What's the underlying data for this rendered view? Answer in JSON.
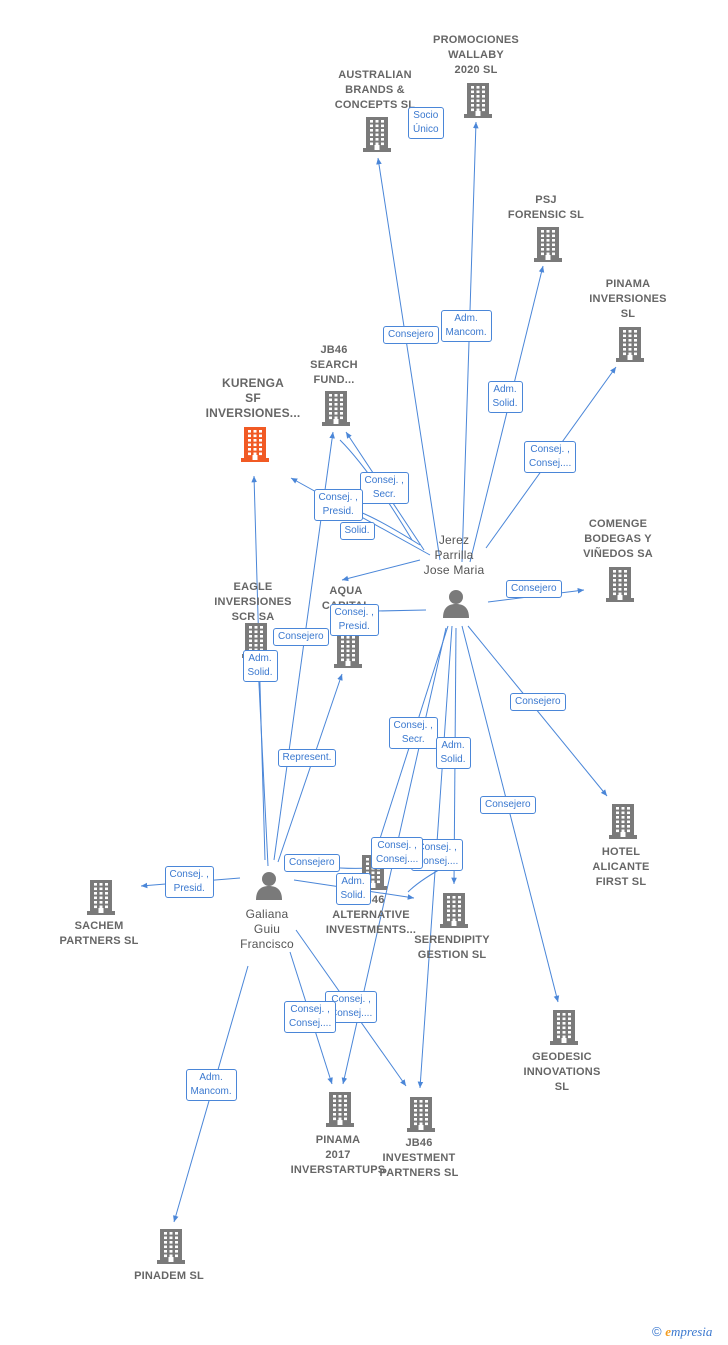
{
  "colors": {
    "edge": "#4a86d8",
    "company": "#7a7a7a",
    "highlight": "#f15a24",
    "person": "#7a7a7a",
    "role_text": "#3a78cf",
    "label": "#666666"
  },
  "nodes": {
    "kurenga": {
      "label_lines": [
        "KURENGA",
        "SF",
        "INVERSIONES..."
      ],
      "icon": "building-icon"
    },
    "australian": {
      "label_lines": [
        "AUSTRALIAN",
        "BRANDS &",
        "CONCEPTS  SL"
      ],
      "icon": "building-icon"
    },
    "wallaby": {
      "label_lines": [
        "PROMOCIONES",
        "WALLABY",
        "2020  SL"
      ],
      "icon": "building-icon"
    },
    "psj": {
      "label_lines": [
        "PSJ",
        "FORENSIC  SL"
      ],
      "icon": "building-icon"
    },
    "pinama_inv": {
      "label_lines": [
        "PINAMA",
        "INVERSIONES",
        "SL"
      ],
      "icon": "building-icon"
    },
    "jb46_search": {
      "label_lines": [
        "JB46",
        "SEARCH",
        "FUND..."
      ],
      "icon": "building-icon"
    },
    "comenge": {
      "label_lines": [
        "COMENGE",
        "BODEGAS Y",
        "VIÑEDOS SA"
      ],
      "icon": "building-icon"
    },
    "eagle": {
      "label_lines": [
        "EAGLE",
        "INVERSIONES",
        "SCR SA"
      ],
      "icon": "building-icon"
    },
    "aqua": {
      "label_lines": [
        "AQUA",
        "CAPITAL",
        "PAR..."
      ],
      "icon": "building-icon"
    },
    "hotel": {
      "label_lines": [
        "HOTEL",
        "ALICANTE",
        "FIRST  SL"
      ],
      "icon": "building-icon"
    },
    "sachem": {
      "label_lines": [
        "SACHEM",
        "PARTNERS  SL"
      ],
      "icon": "building-icon"
    },
    "jb46_alt": {
      "label_lines": [
        "JB46",
        "ALTERNATIVE",
        "INVESTMENTS..."
      ],
      "icon": "building-icon"
    },
    "serendipity": {
      "label_lines": [
        "SERENDIPITY",
        "GESTION  SL"
      ],
      "icon": "building-icon"
    },
    "geodesic": {
      "label_lines": [
        "GEODESIC",
        "INNOVATIONS",
        "SL"
      ],
      "icon": "building-icon"
    },
    "pinama2017": {
      "label_lines": [
        "PINAMA",
        "2017",
        "INVERSTARTUPS"
      ],
      "icon": "building-icon"
    },
    "jb46_inv": {
      "label_lines": [
        "JB46",
        "INVESTMENT",
        "PARTNERS  SL"
      ],
      "icon": "building-icon"
    },
    "pinadem": {
      "label_lines": [
        "PINADEM  SL"
      ],
      "icon": "building-icon"
    },
    "jerez": {
      "label_lines": [
        "Jerez",
        "Parrilla",
        "Jose Maria"
      ],
      "icon": "person-icon"
    },
    "galiana": {
      "label_lines": [
        "Galiana",
        "Guiu",
        "Francisco"
      ],
      "icon": "person-icon"
    }
  },
  "roles": {
    "socio_unico": [
      "Socio",
      "Único"
    ],
    "consejero_australian": [
      "Consejero"
    ],
    "adm_mancom_wallaby": [
      "Adm.",
      "Mancom."
    ],
    "adm_solid_psj": [
      "Adm.",
      "Solid."
    ],
    "consej_pinama_inv": [
      "Consej. ,",
      "Consej...."
    ],
    "consej_secr_jb46search": [
      "Consej. ,",
      "Secr."
    ],
    "consej_presid_kurenga": [
      "Consej. ,",
      "Presid."
    ],
    "solid_aqua": [
      "Solid."
    ],
    "consejero_comenge": [
      "Consejero"
    ],
    "consej_presid_aqua": [
      "Consej. ,",
      "Presid."
    ],
    "consejero_eagle": [
      "Consejero"
    ],
    "adm_solid_eagle": [
      "Adm.",
      "Solid."
    ],
    "consejero_hotel": [
      "Consejero"
    ],
    "consej_secr_jerez": [
      "Consej. ,",
      "Secr."
    ],
    "adm_solid_serendipity": [
      "Adm.",
      "Solid."
    ],
    "consejero_geodesic": [
      "Consejero"
    ],
    "represent": [
      "Represent."
    ],
    "consej_jb46alt_b": [
      "Consej. ,",
      "Consej...."
    ],
    "consej_jb46alt_a": [
      "Consej. ,",
      "Consej...."
    ],
    "consej_presid_sachem": [
      "Consej. ,",
      "Presid."
    ],
    "consejero_galiana": [
      "Consejero"
    ],
    "adm_solid_galiana": [
      "Adm.",
      "Solid."
    ],
    "consej_jb46inv": [
      "Consej. ,",
      "Consej...."
    ],
    "consej_pinama2017": [
      "Consej. ,",
      "Consej...."
    ],
    "adm_mancom_pinadem": [
      "Adm.",
      "Mancom."
    ]
  },
  "footer": {
    "copyright_symbol": "©",
    "brand_initial": "e",
    "brand_rest": "mpresia"
  }
}
